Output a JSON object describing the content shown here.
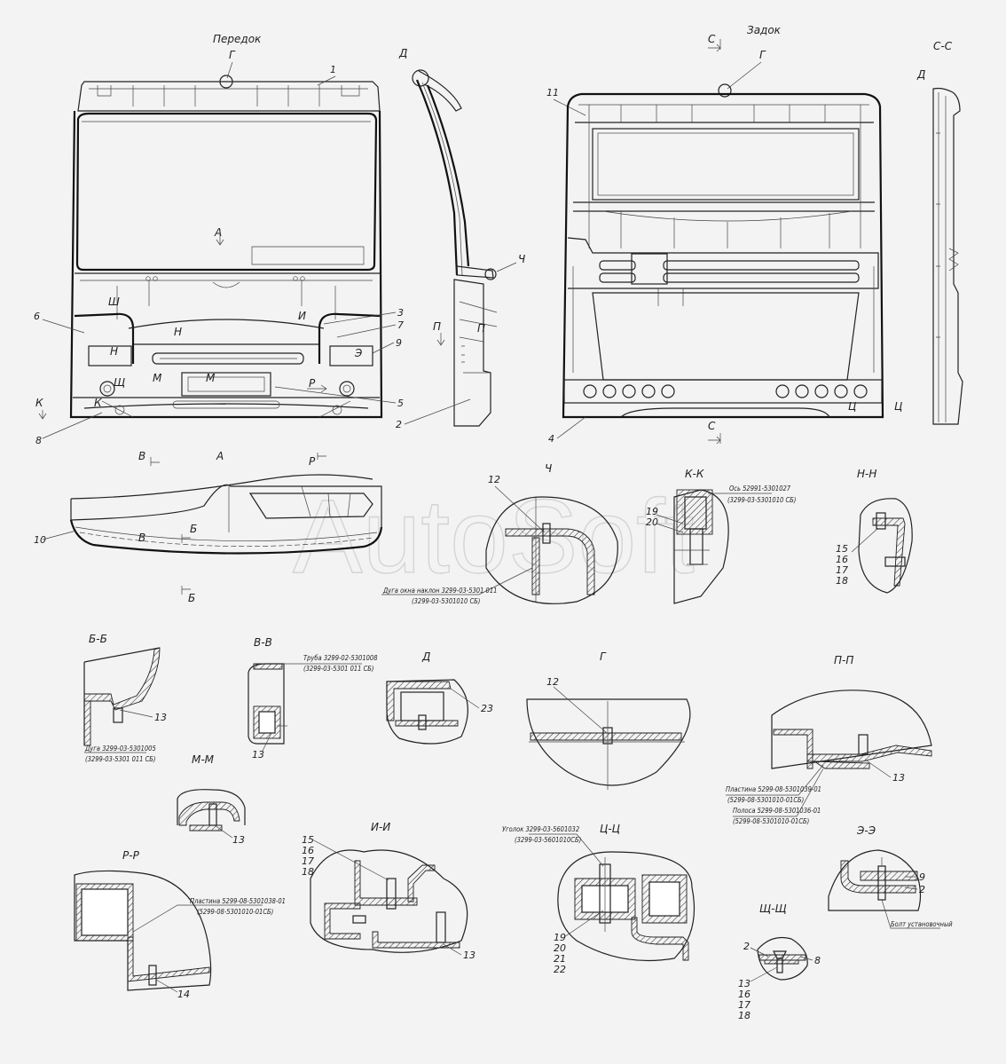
{
  "views": {
    "front_title": "Передок",
    "rear_title": "Задок",
    "section_cc": "С-С",
    "detail_a": "А"
  },
  "watermark": "AutoSoft",
  "front_callouts": [
    "1",
    "Г",
    "Д",
    "А",
    "Ш",
    "И",
    "3",
    "7",
    "9",
    "6",
    "Н",
    "Н",
    "Э",
    "Щ",
    "М",
    "М",
    "Р",
    "К",
    "К",
    "5",
    "2",
    "8",
    "Ч",
    "П",
    "П"
  ],
  "rear_callouts": [
    "С",
    "Г",
    "11",
    "С",
    "4",
    "Ц",
    "Ц",
    "Д"
  ],
  "detail_a": {
    "callouts": [
      "В",
      "Р",
      "10",
      "В",
      "Б",
      "Б"
    ],
    "note_line1": "Дуга окна наклон 3299-03-5301 011",
    "note_line2": "(3299-03-5301010 СБ)"
  },
  "sections": [
    {
      "id": "ch",
      "title": "Ч",
      "parts": [
        "12"
      ]
    },
    {
      "id": "kk",
      "title": "К-К",
      "parts": [
        "19",
        "20"
      ],
      "note1": "Ось 52991-5301027",
      "note2": "(3299-03-5301010 СБ)"
    },
    {
      "id": "nn",
      "title": "Н-Н",
      "parts": [
        "15",
        "16",
        "17",
        "18"
      ]
    },
    {
      "id": "bb",
      "title": "Б-Б",
      "parts": [
        "13"
      ],
      "note1": "Дуга 3299-03-5301005",
      "note2": "(3299-03-5301 011 СБ)"
    },
    {
      "id": "vv",
      "title": "В-В",
      "parts": [
        "13"
      ],
      "note1": "Труба 3299-02-5301008",
      "note2": "(3299-03-5301 011 СБ)"
    },
    {
      "id": "d",
      "title": "Д",
      "parts": [
        "23"
      ]
    },
    {
      "id": "g",
      "title": "Г",
      "parts": [
        "12"
      ]
    },
    {
      "id": "pp",
      "title": "П-П",
      "parts": [
        "13"
      ],
      "note1": "Пластина 5299-08-5301039-01",
      "note2": "(5299-08-5301010-01СБ)",
      "note3": "Полоса 5299-08-5301036-01",
      "note4": "(5299-08-5301010-01СБ)"
    },
    {
      "id": "mm",
      "title": "М-М",
      "parts": [
        "13"
      ]
    },
    {
      "id": "ii",
      "title": "И-И",
      "parts": [
        "15",
        "16",
        "17",
        "18",
        "13"
      ]
    },
    {
      "id": "tsts",
      "title": "Ц-Ц",
      "parts": [
        "19",
        "20",
        "21",
        "22"
      ],
      "note1": "Уголок 3299-03-5601032",
      "note2": "(3299-03-5601010СБ)"
    },
    {
      "id": "ee",
      "title": "Э-Э",
      "parts": [
        "9",
        "2"
      ],
      "note1": "Болт установочный"
    },
    {
      "id": "rr",
      "title": "Р-Р",
      "parts": [
        "14"
      ],
      "note1": "Пластина 5299-08-5301038-01",
      "note2": "(5299-08-5301010-01СБ)"
    },
    {
      "id": "shsh",
      "title": "Щ-Щ",
      "parts": [
        "2",
        "8",
        "13",
        "16",
        "17",
        "18"
      ]
    }
  ]
}
